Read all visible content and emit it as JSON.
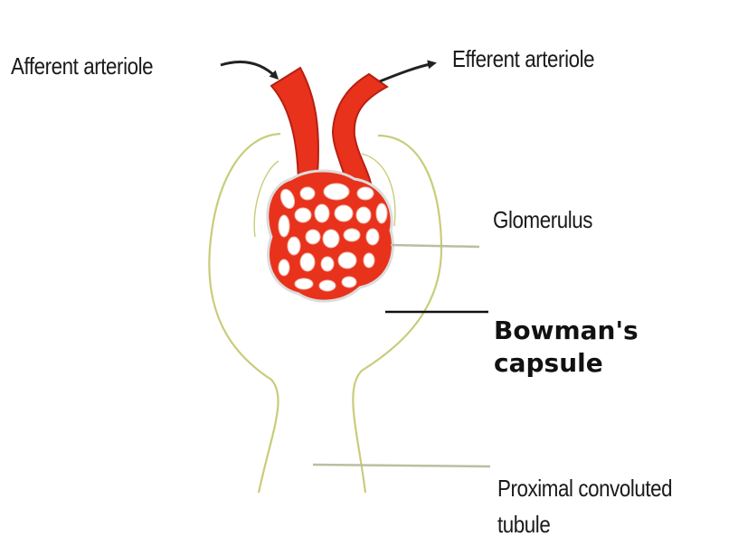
{
  "labels": {
    "afferent": "Afferent arteriole",
    "efferent": "Efferent arteriole",
    "glomerulus": "Glomerulus",
    "bowman_line1": "Bowman's",
    "bowman_line2": "capsule",
    "pct_line1": "Proximal convoluted",
    "pct_line2": "tubule"
  },
  "colors": {
    "vessel": "#e8321c",
    "vessel_dark": "#b81f10",
    "capsule": "#c9cc7a",
    "pointer": "#222222"
  }
}
